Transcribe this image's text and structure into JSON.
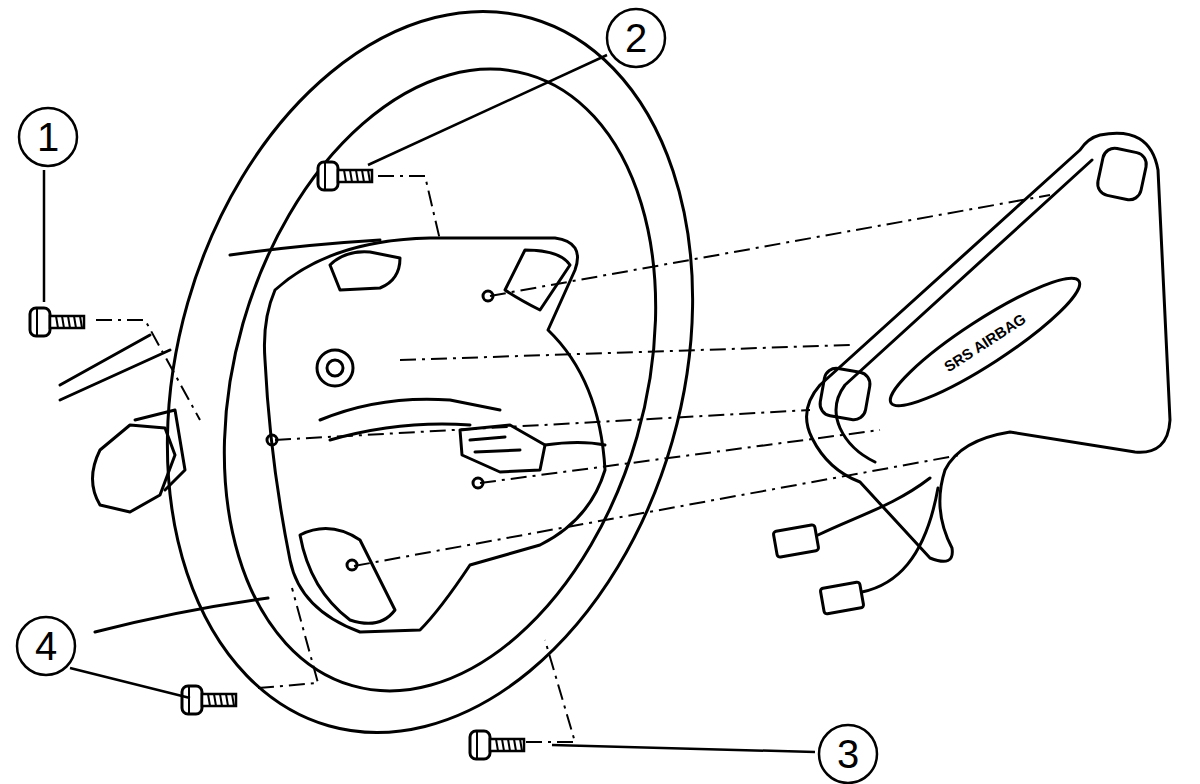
{
  "diagram": {
    "nodes": [
      {
        "text": [
          "1"
        ]
      },
      {
        "text": [
          "2"
        ]
      },
      {
        "text": [
          "3"
        ]
      },
      {
        "text": [
          "4"
        ]
      }
    ],
    "labels": [
      "SRS AIRBAG"
    ]
  }
}
